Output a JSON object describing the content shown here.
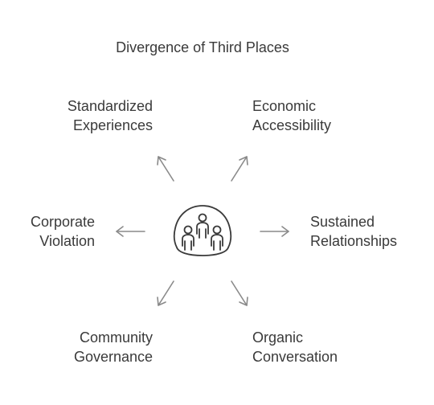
{
  "title": "Divergence of Third Places",
  "center_icon": "group-of-people-icon",
  "line_color": "#8a8a8a",
  "nodes": {
    "standardized": {
      "line1": "Standardized",
      "line2": "Experiences"
    },
    "economic": {
      "line1": "Economic",
      "line2": "Accessibility"
    },
    "corporate": {
      "line1": "Corporate",
      "line2": "Violation"
    },
    "sustained": {
      "line1": "Sustained",
      "line2": "Relationships"
    },
    "community": {
      "line1": "Community",
      "line2": "Governance"
    },
    "organic": {
      "line1": "Organic",
      "line2": "Conversation"
    }
  }
}
